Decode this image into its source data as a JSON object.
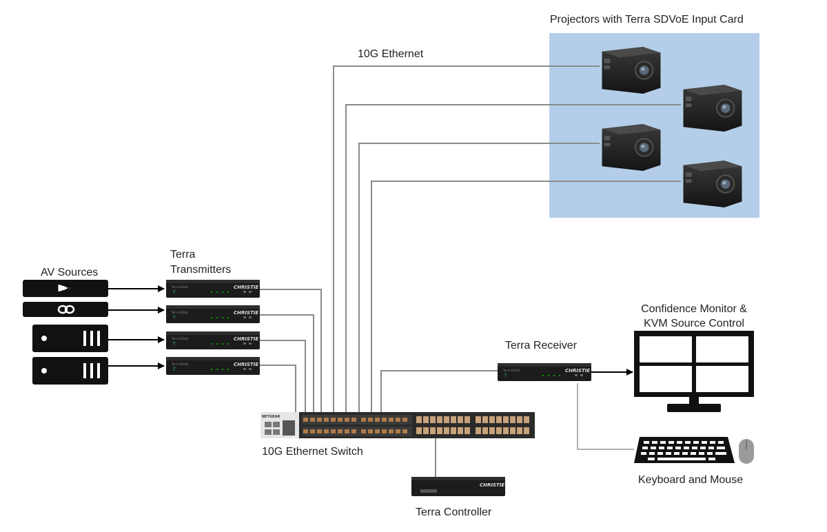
{
  "labels": {
    "projectors_title": "Projectors with Terra SDVoE Input Card",
    "ethernet_10g": "10G Ethernet",
    "av_sources": "AV Sources",
    "terra_transmitters_line1": "Terra",
    "terra_transmitters_line2": "Transmitters",
    "terra_receiver": "Terra Receiver",
    "confidence_monitor_line1": "Confidence Monitor &",
    "confidence_monitor_line2": "KVM Source Control",
    "ethernet_switch": "10G Ethernet Switch",
    "keyboard_mouse": "Keyboard and Mouse",
    "terra_controller": "Terra Controller"
  },
  "device_branding": {
    "brand_text": "CHRISTIE",
    "switch_brand": "NETGEAR"
  },
  "colors": {
    "projector_panel": "#b4cee9",
    "cable_gray": "#8a8a8a",
    "device_black": "#1a1a1a",
    "signal_arrow": "#000000"
  }
}
